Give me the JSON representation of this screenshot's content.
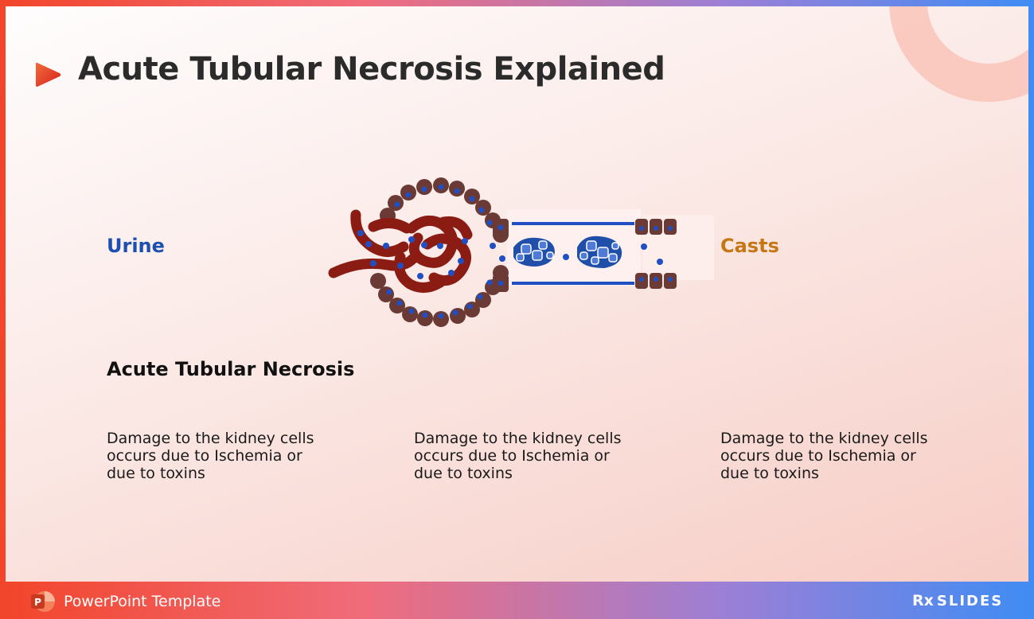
{
  "slide": {
    "title": "Acute Tubular Necrosis Explained",
    "labels": {
      "urine": "Urine",
      "casts": "Casts"
    },
    "subheading": "Acute Tubular Necrosis",
    "descriptions": [
      "Damage to the kidney cells occurs due to Ischemia or due to toxins",
      "Damage to the kidney cells occurs due to Ischemia or due to toxins",
      "Damage to the kidney cells occurs due to Ischemia or due to toxins"
    ]
  },
  "footer": {
    "template_label": "PowerPoint Template",
    "brand_rx": "Rx",
    "brand_name": "SLIDES"
  },
  "colors": {
    "accent_red": "#f2452a",
    "urine_blue": "#1d4fb0",
    "casts_orange": "#c77614",
    "cell_brown": "#6b3a34",
    "nucleus_blue": "#1f4fc2",
    "vessel_red": "#8b1c14"
  },
  "icons": [
    "play-arrow-icon",
    "powerpoint-icon",
    "kidney-nephron-illustration"
  ]
}
